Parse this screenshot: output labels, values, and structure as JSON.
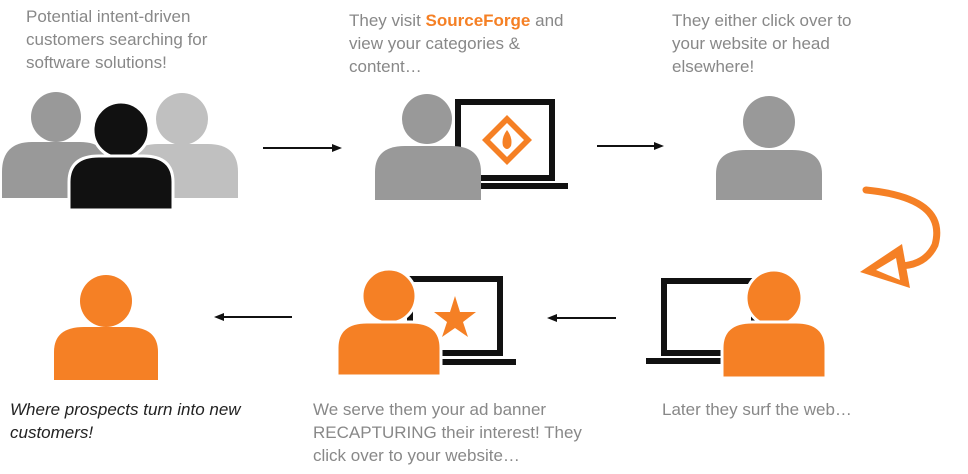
{
  "steps": {
    "step1": {
      "text": "Potential intent-driven customers searching for software solutions!"
    },
    "step2": {
      "prefix": "They visit ",
      "brand": "SourceForge",
      "suffix": " and view your categories & content…"
    },
    "step3": {
      "text": "They either click over to your website or head elsewhere!"
    },
    "step4": {
      "text": "Later they surf the web…"
    },
    "step5": {
      "text": "We serve them your ad banner RECAPTURING their interest! They click over to your website…"
    },
    "step6": {
      "text": "Where prospects turn into new customers!"
    }
  },
  "colors": {
    "orange": "#f58025",
    "gray": "#999999",
    "light_gray": "#c0c0c0",
    "black": "#111111"
  },
  "icons": [
    "people-group-icon",
    "person-laptop-sourceforge-icon",
    "person-icon",
    "curved-arrow-icon",
    "person-laptop-icon",
    "person-laptop-star-icon",
    "customer-icon"
  ]
}
